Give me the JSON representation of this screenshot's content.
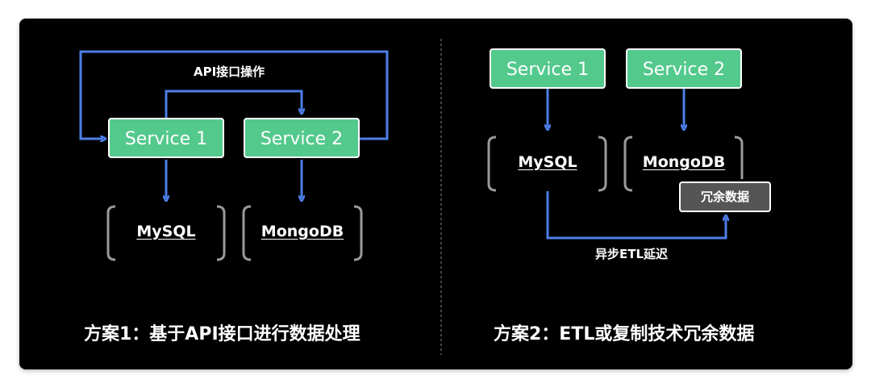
{
  "colors": {
    "background": "#000000",
    "service_fill": "#53c98c",
    "arrow": "#4d7ee8",
    "bracket": "#9a9a9a",
    "redundant_fill": "#555555"
  },
  "left": {
    "api_label": "API接口操作",
    "service1": "Service 1",
    "service2": "Service 2",
    "db1": "MySQL",
    "db2": "MongoDB",
    "caption": "方案1：基于API接口进行数据处理"
  },
  "right": {
    "service1": "Service 1",
    "service2": "Service 2",
    "db1": "MySQL",
    "db2": "MongoDB",
    "redundant": "冗余数据",
    "etl_label": "异步ETL延迟",
    "caption": "方案2：ETL或复制技术冗余数据"
  }
}
